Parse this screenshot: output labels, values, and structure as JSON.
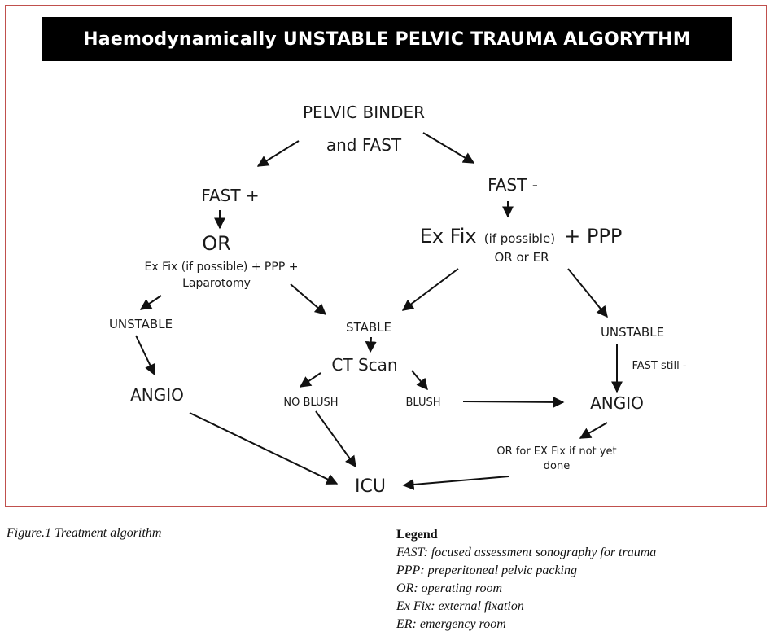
{
  "title": "Haemodynamically UNSTABLE PELVIC TRAUMA ALGORYTHM",
  "nodes": {
    "start_line1": "PELVIC BINDER",
    "start_line2": "and FAST",
    "fast_pos": "FAST +",
    "or_left": "OR",
    "or_left_sub1": "Ex Fix (if possible) + PPP +",
    "or_left_sub2": "Laparotomy",
    "fast_neg": "FAST -",
    "exfix_main": "Ex Fix",
    "exfix_paren": "(if possible)",
    "exfix_ppp": "+ PPP",
    "exfix_sub": "OR or ER",
    "unstable_left": "UNSTABLE",
    "angio_left": "ANGIO",
    "stable": "STABLE",
    "ct_scan": "CT Scan",
    "no_blush": "NO BLUSH",
    "blush": "BLUSH",
    "unstable_right": "UNSTABLE",
    "fast_still_neg": "FAST still -",
    "angio_right": "ANGIO",
    "or_exfix_line1": "OR for EX Fix if not yet",
    "or_exfix_line2": "done",
    "icu": "ICU"
  },
  "caption": "Figure.1 Treatment algorithm",
  "legend": {
    "title": "Legend",
    "items": [
      "FAST: focused assessment sonography for trauma",
      "PPP: preperitoneal pelvic packing",
      "OR: operating room",
      "Ex Fix: external fixation",
      "ER: emergency room"
    ]
  }
}
